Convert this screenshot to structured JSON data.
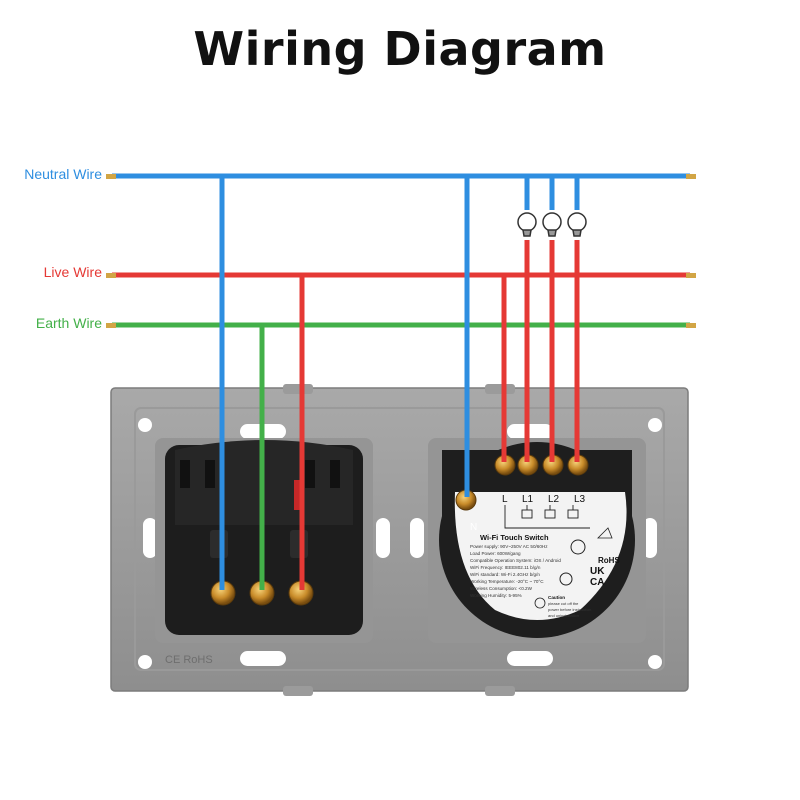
{
  "title": "Wiring Diagram",
  "wires": {
    "neutral": {
      "label": "Neutral Wire",
      "color": "#2e8ee0"
    },
    "live": {
      "label": "Live Wire",
      "color": "#e53935"
    },
    "earth": {
      "label": "Earth Wire",
      "color": "#43b049"
    }
  },
  "switch_module": {
    "terminal_n": "N",
    "terminal_l": "L",
    "terminal_l1": "L1",
    "terminal_l2": "L2",
    "terminal_l3": "L3",
    "product_name": "Wi-Fi Touch Switch",
    "specs": [
      "Power supply: 90V~250V AC  50/60Hz",
      "Load Power: 600W/gang",
      "Compatible Operation System: iOS / Android",
      "WiFi Frequency: IEEE802.11 b/g/n",
      "WiFi standard: Wi-Fi 2.4GHz b/g/n",
      "Working Temperature: -20°C ~ 70°C",
      "Wireless Consumption: <0.2W",
      "Working Humidity: 5-95%"
    ],
    "marks": {
      "rohs": "RoHS",
      "ukca_1": "UK",
      "ukca_2": "CA"
    },
    "caution": [
      "Caution",
      "please cut off the",
      "power before installation",
      "and uninstallation"
    ]
  },
  "plate_marks": "CE RoHS"
}
